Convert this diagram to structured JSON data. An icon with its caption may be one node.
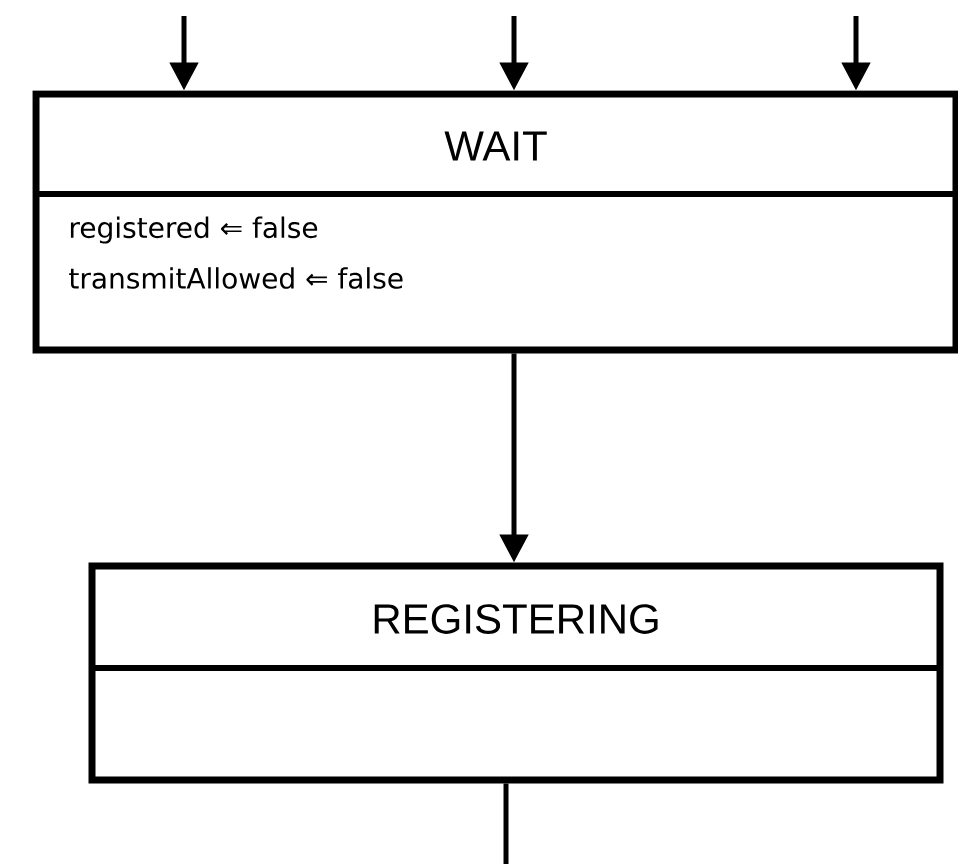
{
  "diagram": {
    "nodes": [
      {
        "text": [
          "WAIT",
          "registered ⇐ false",
          "transmitAllowed ⇐ false"
        ]
      },
      {
        "text": [
          "REGISTERING"
        ]
      }
    ],
    "edges": [
      {
        "from": null,
        "to": 0,
        "arrow": "to"
      },
      {
        "from": null,
        "to": 0,
        "arrow": "to"
      },
      {
        "from": null,
        "to": 0,
        "arrow": "to"
      },
      {
        "from": 0,
        "to": 1,
        "arrow": "to"
      },
      {
        "from": 1,
        "to": null,
        "arrow": "none"
      }
    ]
  }
}
